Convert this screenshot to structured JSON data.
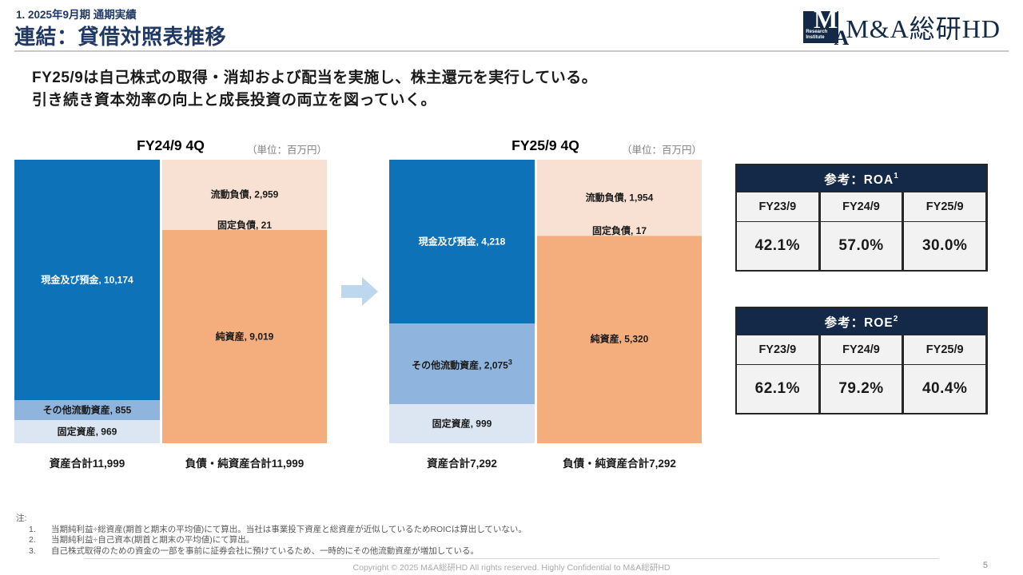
{
  "header": {
    "kicker": "1. 2025年9月期 通期実績",
    "title": "連結：貸借対照表推移"
  },
  "logo": {
    "mark_letter_m": "M",
    "mark_letter_a": "A",
    "mark_caption": "Research Institute",
    "company": "M&A総研HD"
  },
  "lead": {
    "line1": "FY25/9は自己株式の取得・消却および配当を実施し、株主還元を実行している。",
    "line2": "引き続き資本効率の向上と成長投資の両立を図っていく。"
  },
  "chart_data": [
    {
      "type": "stacked-bar",
      "name": "balance-sheet-fy24-9-4q",
      "title": "FY24/9 4Q",
      "unit_label": "（単位：百万円）",
      "total": 11999,
      "assets": {
        "total_label": "資産合計11,999",
        "segments": [
          {
            "name": "cash-and-deposits",
            "label": "現金及び預金, 10,174",
            "value": 10174,
            "color": "#0E72B9",
            "text_color": "#FFFFFF"
          },
          {
            "name": "other-current-assets",
            "label": "その他流動資産, 855",
            "value": 855,
            "color": "#8FB5DE",
            "text_color": "#1A1A1A"
          },
          {
            "name": "fixed-assets",
            "label": "固定資産, 969",
            "value": 969,
            "color": "#DCE6F2",
            "text_color": "#1A1A1A"
          }
        ]
      },
      "liabilities": {
        "total_label": "負債・純資産合計11,999",
        "segments": [
          {
            "name": "current-liabilities",
            "label": "流動負債, 2,959",
            "value": 2959,
            "color": "#F8E1D2",
            "text_color": "#1A1A1A"
          },
          {
            "name": "fixed-liabilities",
            "label": "固定負債, 21",
            "value": 21,
            "color": "#EFC4A4",
            "text_color": "#1A1A1A"
          },
          {
            "name": "net-assets",
            "label": "純資産, 9,019",
            "value": 9019,
            "color": "#F4AD7D",
            "text_color": "#1A1A1A"
          }
        ]
      }
    },
    {
      "type": "stacked-bar",
      "name": "balance-sheet-fy25-9-4q",
      "title": "FY25/9 4Q",
      "unit_label": "（単位：百万円）",
      "total": 7292,
      "assets": {
        "total_label": "資産合計7,292",
        "segments": [
          {
            "name": "cash-and-deposits",
            "label": "現金及び預金, 4,218",
            "value": 4218,
            "color": "#0E72B9",
            "text_color": "#FFFFFF"
          },
          {
            "name": "other-current-assets",
            "label": "その他流動資産, 2,075",
            "sup": "3",
            "value": 2075,
            "color": "#8FB5DE",
            "text_color": "#1A1A1A"
          },
          {
            "name": "fixed-assets",
            "label": "固定資産, 999",
            "value": 999,
            "color": "#DCE6F2",
            "text_color": "#1A1A1A"
          }
        ]
      },
      "liabilities": {
        "total_label": "負債・純資産合計7,292",
        "segments": [
          {
            "name": "current-liabilities",
            "label": "流動負債, 1,954",
            "value": 1954,
            "color": "#F8E1D2",
            "text_color": "#1A1A1A"
          },
          {
            "name": "fixed-liabilities",
            "label": "固定負債, 17",
            "value": 17,
            "color": "#EFC4A4",
            "text_color": "#1A1A1A"
          },
          {
            "name": "net-assets",
            "label": "純資産, 5,320",
            "value": 5320,
            "color": "#F4AD7D",
            "text_color": "#1A1A1A"
          }
        ]
      }
    },
    {
      "type": "table",
      "name": "roa-table",
      "title": "参考：ROA",
      "title_sup": "1",
      "columns": [
        "FY23/9",
        "FY24/9",
        "FY25/9"
      ],
      "values": [
        "42.1%",
        "57.0%",
        "30.0%"
      ]
    },
    {
      "type": "table",
      "name": "roe-table",
      "title": "参考：ROE",
      "title_sup": "2",
      "columns": [
        "FY23/9",
        "FY24/9",
        "FY25/9"
      ],
      "values": [
        "62.1%",
        "79.2%",
        "40.4%"
      ]
    }
  ],
  "notes": {
    "heading": "注:",
    "items": [
      {
        "num": "1.",
        "text": "当期純利益÷総資産(期首と期末の平均値)にて算出。当社は事業投下資産と総資産が近似しているためROICは算出していない。"
      },
      {
        "num": "2.",
        "text": "当期純利益÷自己資本(期首と期末の平均値)にて算出。"
      },
      {
        "num": "3.",
        "text": "自己株式取得のための資金の一部を事前に証券会社に預けているため、一時的にその他流動資産が増加している。"
      }
    ]
  },
  "footer": {
    "copyright": "Copyright © 2025 M&A総研HD All rights reserved. Highly Confidential to M&A総研HD",
    "page": "5"
  },
  "colors": {
    "accent_navy": "#142847",
    "title_navy": "#1F3864",
    "bar_blue": "#0E72B9",
    "bar_medium_blue": "#8FB5DE",
    "bar_light_blue": "#DCE6F2",
    "bar_peach": "#F8E1D2",
    "bar_orange": "#F4AD7D",
    "arrow_blue": "#BDD7EE"
  }
}
